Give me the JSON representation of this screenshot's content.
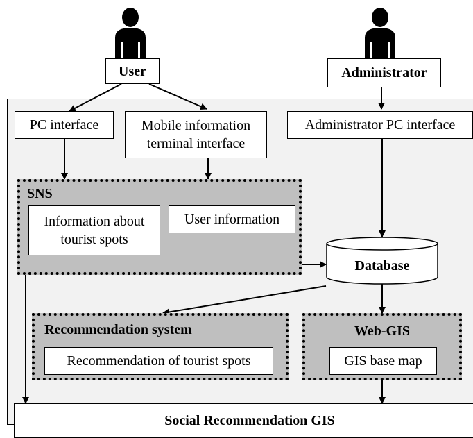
{
  "actors": {
    "user_label": "User",
    "admin_label": "Administrator"
  },
  "interfaces": {
    "pc": "PC interface",
    "mobile_line1": "Mobile information",
    "mobile_line2": "terminal interface",
    "admin_pc": "Administrator PC interface"
  },
  "sns": {
    "title": "SNS",
    "tourist_line1": "Information about",
    "tourist_line2": "tourist spots",
    "user_info": "User information"
  },
  "database": {
    "label": "Database"
  },
  "recommendation": {
    "title": "Recommendation system",
    "item": "Recommendation of tourist spots"
  },
  "webgis": {
    "title": "Web-GIS",
    "item": "GIS base map"
  },
  "footer": {
    "label": "Social Recommendation GIS"
  },
  "colors": {
    "panel": "#f2f2f2",
    "group_fill": "#bfbfbf",
    "line": "#000000"
  }
}
